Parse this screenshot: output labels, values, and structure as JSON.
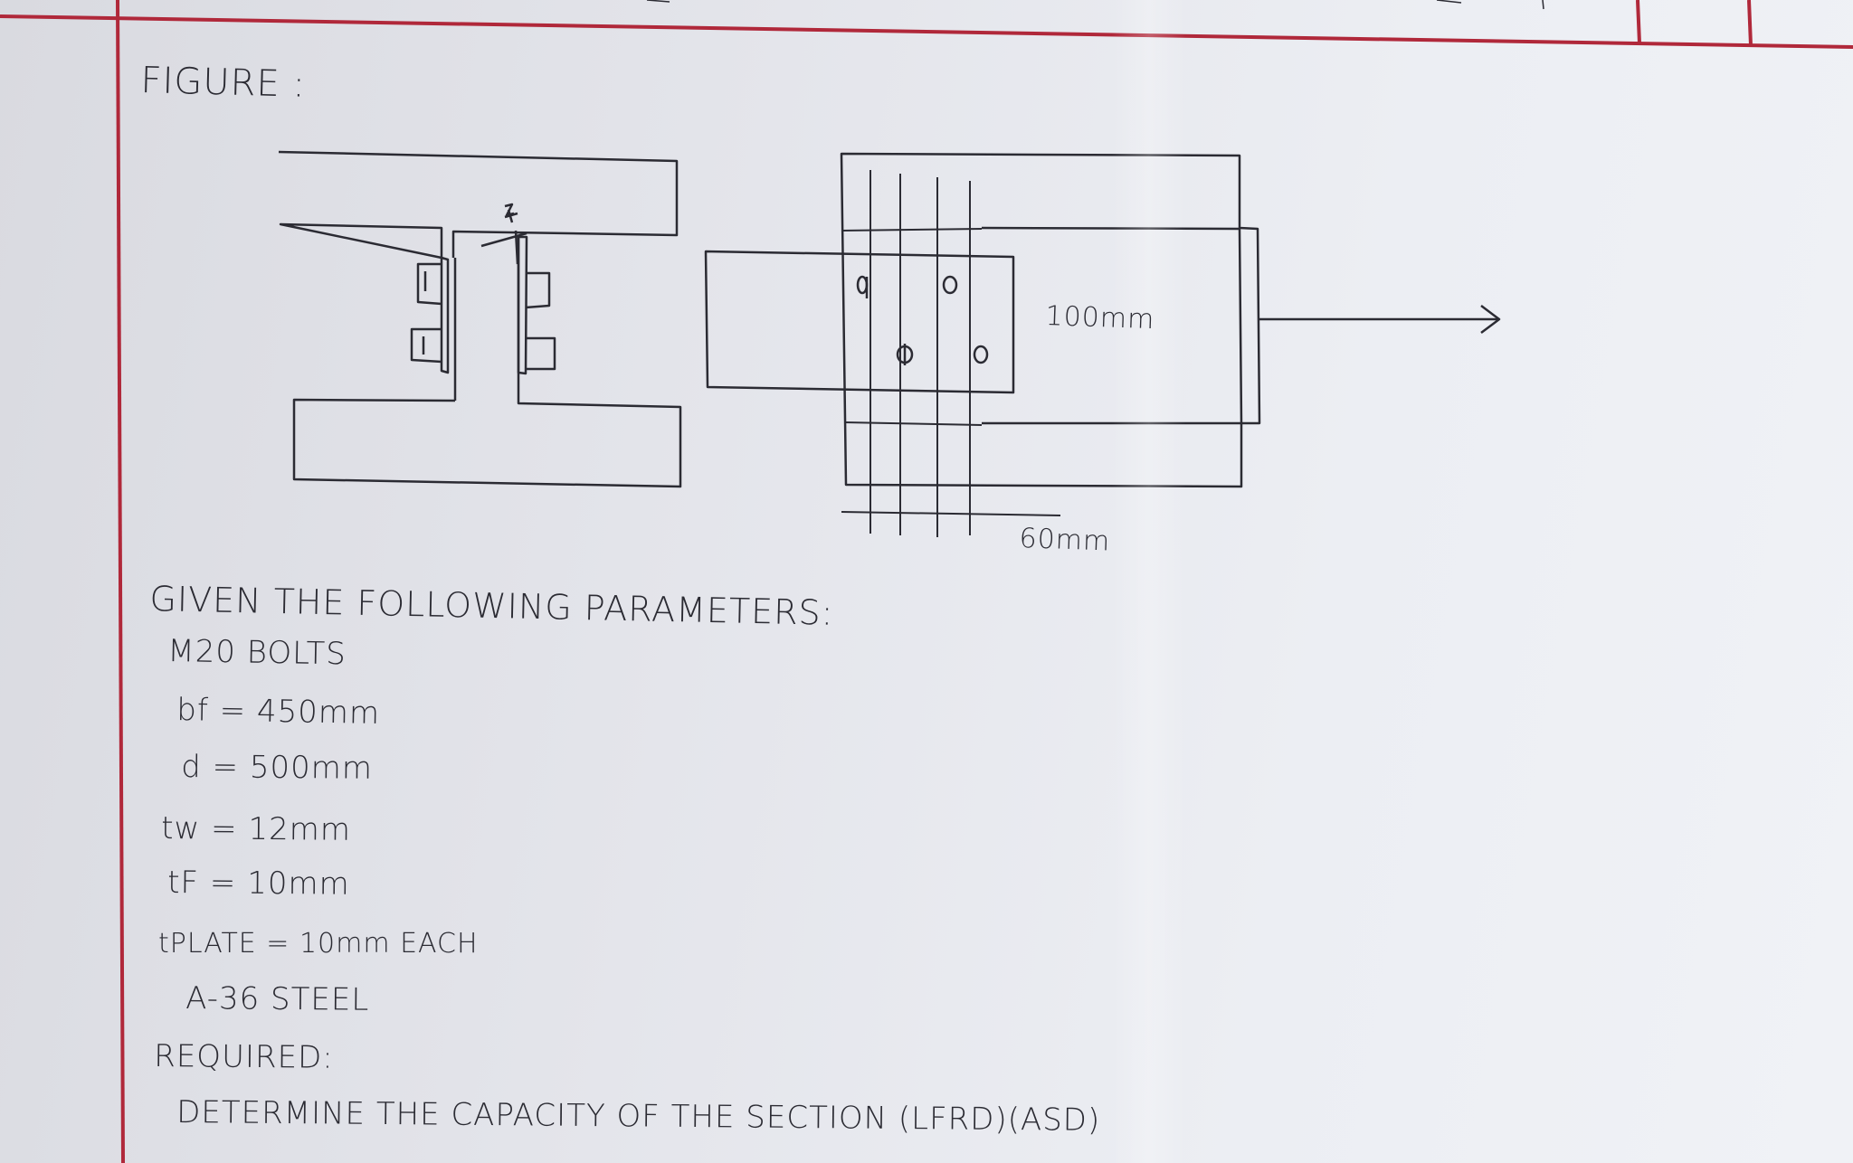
{
  "sheet": {
    "colors": {
      "paper": "#e7e8ee",
      "margin_line": "#b0283a",
      "ink": "#2b2b33"
    }
  },
  "figure_heading": "FIGURE :",
  "dimensions": {
    "width_label": "100mm",
    "edge_label": "60mm"
  },
  "given": {
    "heading": "GIVEN THE FOLLOWING PARAMETERS:",
    "bolts": "M20 BOLTS",
    "bf": "bf = 450mm",
    "d": "d = 500mm",
    "tw": "tw = 12mm",
    "tf": "tF = 10mm",
    "tplate": "tPLATE = 10mm EACH",
    "steel": "A-36 STEEL"
  },
  "required": {
    "heading": "REQUIRED:",
    "task": "DETERMINE THE CAPACITY OF THE SECTION (LFRD)(ASD)"
  }
}
